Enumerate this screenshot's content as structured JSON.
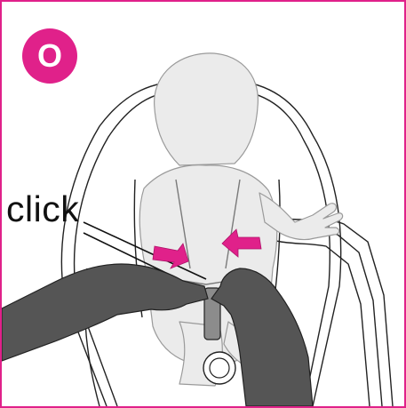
{
  "step": {
    "letter": "O",
    "badge_color": "#e0218a"
  },
  "caption": {
    "text": "click"
  },
  "colors": {
    "frame": "#e0218a",
    "arrow": "#e0218a",
    "hands": "#555555",
    "line": "#222222",
    "seat_fill": "#ffffff",
    "child_fill": "#ebebeb"
  },
  "illustration": {
    "subject": "child-in-car-seat-harness-buckle",
    "icons": [
      "pink-squeeze-arrow-left",
      "pink-squeeze-arrow-right",
      "hand-left",
      "hand-right",
      "buckle"
    ]
  }
}
